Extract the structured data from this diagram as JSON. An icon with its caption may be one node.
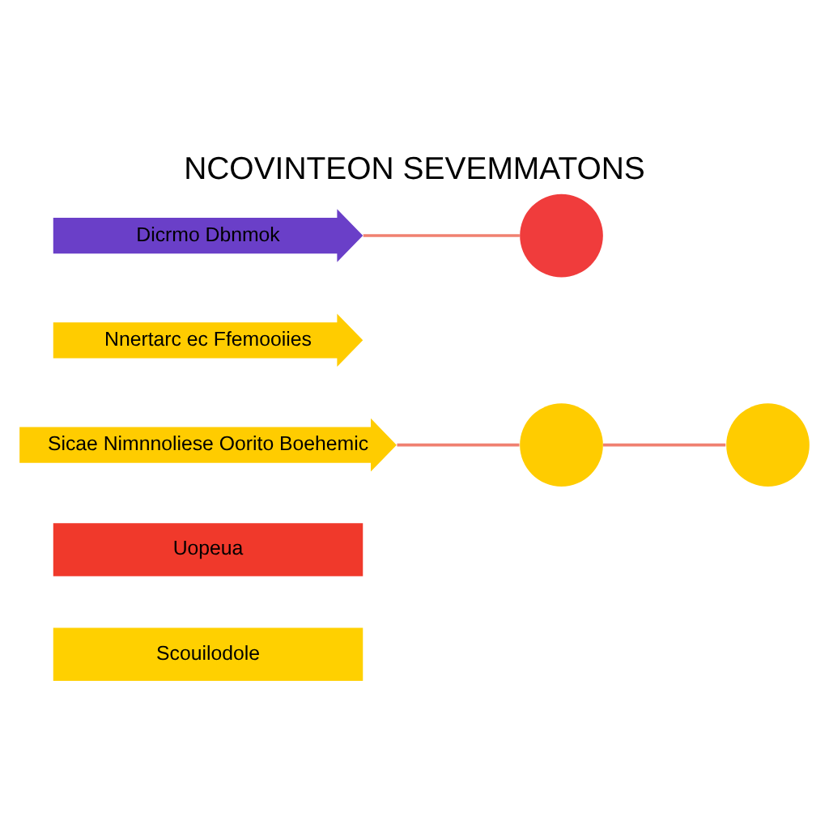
{
  "diagram": {
    "title": "NCOVINTEON SEVEMMATONS",
    "nodes": [
      {
        "text": [
          "Dicrmo Dbnmok"
        ]
      },
      {
        "text": [
          "Nnertarc ec Ffemooiies"
        ]
      },
      {
        "text": [
          "Sicae Nimnnoliese Oorito Boehemic"
        ]
      },
      {
        "text": [
          "Uopeua"
        ]
      },
      {
        "text": [
          "Scouilodole"
        ]
      },
      {
        "text": [],
        "shape": "circle"
      },
      {
        "text": [],
        "shape": "circle"
      },
      {
        "text": [],
        "shape": "circle"
      }
    ],
    "edges": [
      {
        "from": 0,
        "to": 5,
        "arrow": "none"
      },
      {
        "from": 2,
        "to": 6,
        "arrow": "none"
      },
      {
        "from": 6,
        "to": 7,
        "arrow": "none"
      }
    ]
  }
}
